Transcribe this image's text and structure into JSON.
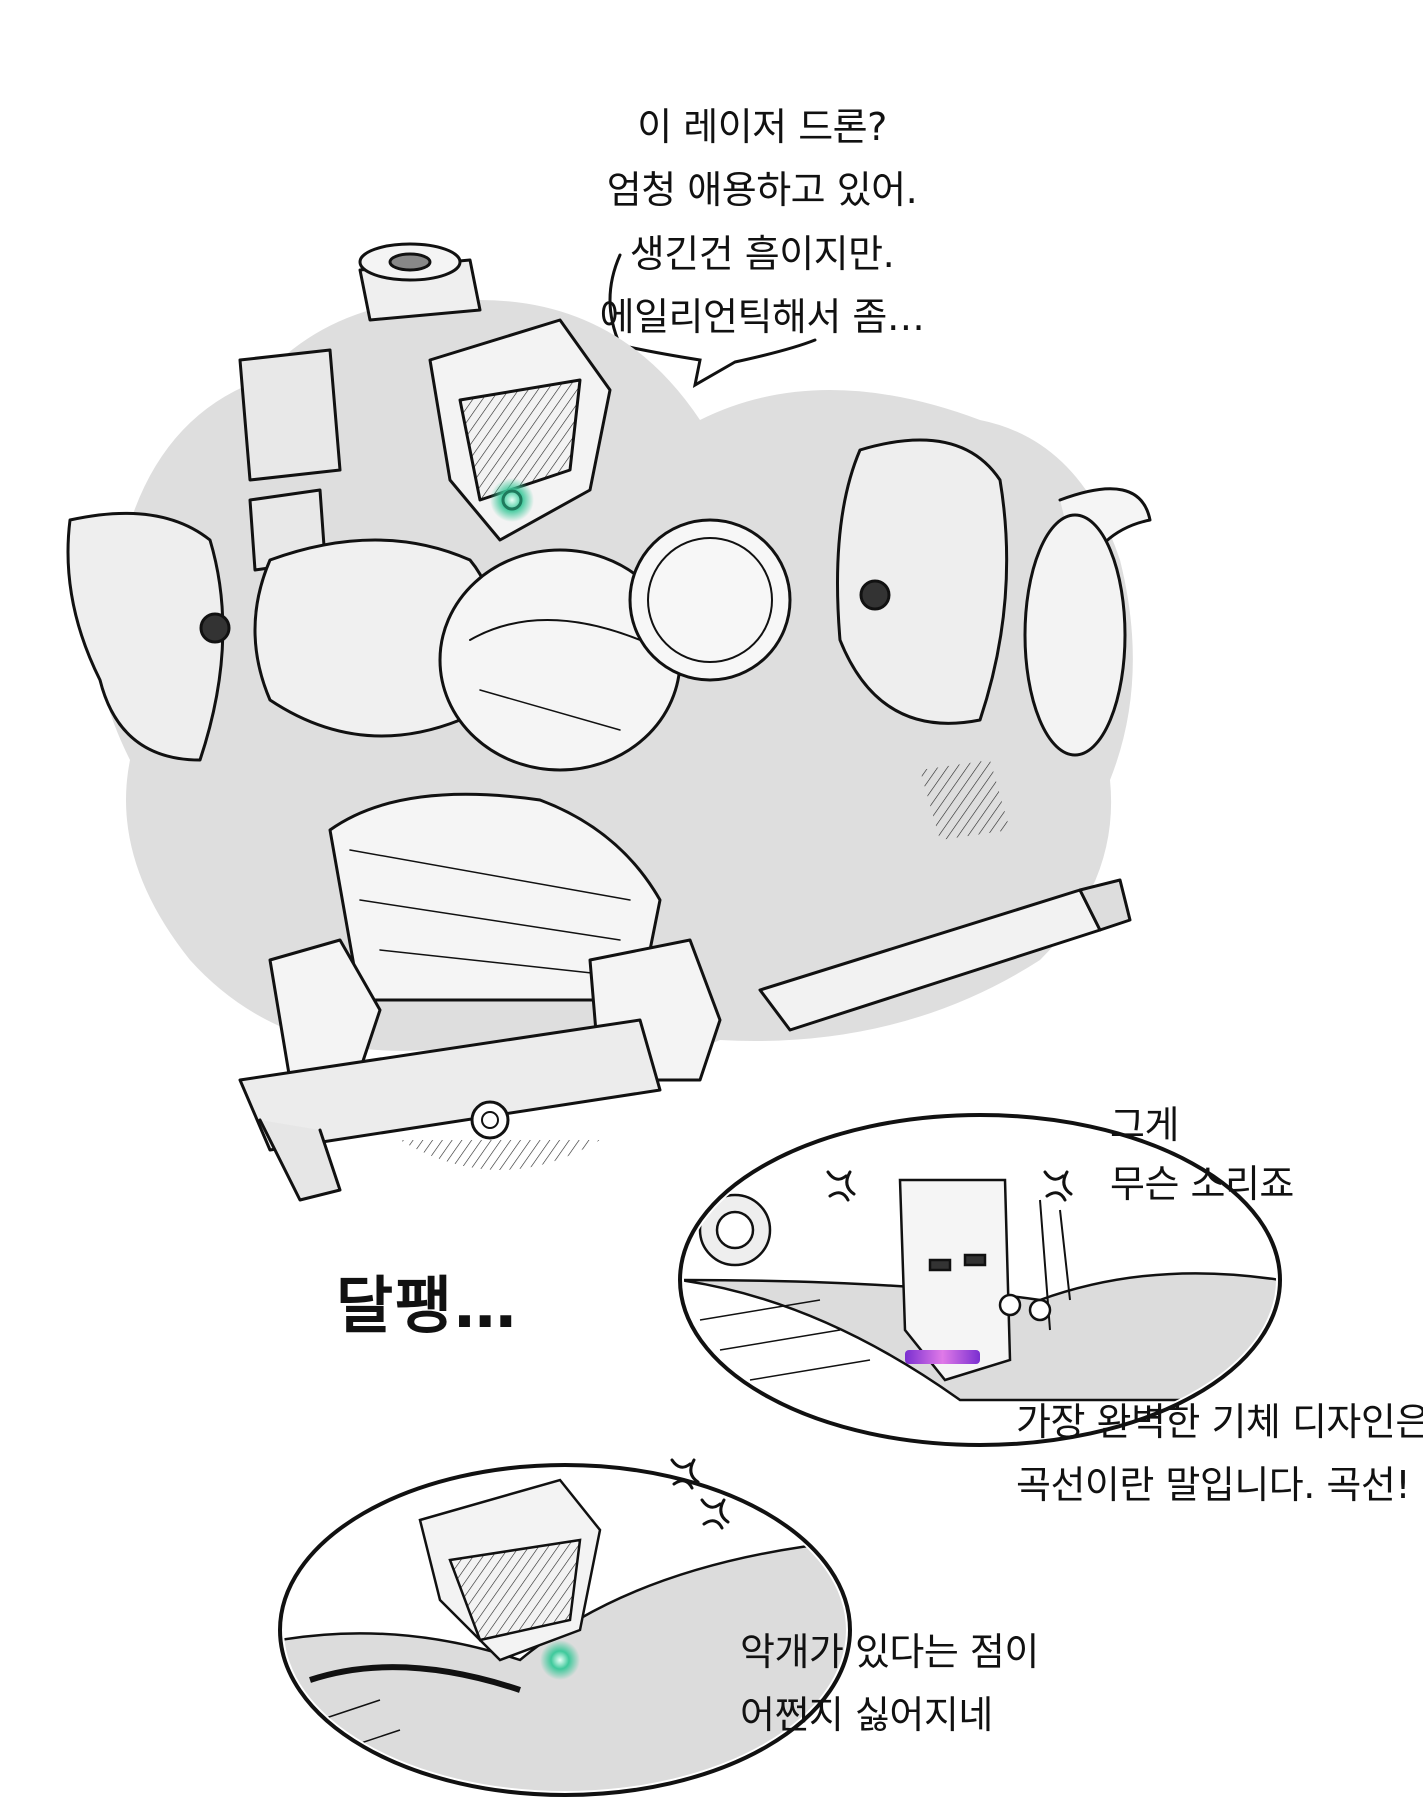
{
  "panel_main": {
    "speech_lines": [
      "이 레이저 드론?",
      "엄청 애용하고 있어.",
      "생긴건 흠이지만.",
      "에일리언틱해서 좀…"
    ],
    "sfx": "달팽…"
  },
  "panel_right": {
    "reply_lines": [
      "그게",
      "무슨 소리죠"
    ],
    "caption_lines": [
      "가장 완벽한 기체 디자인은",
      "곡선이란 말입니다. 곡선!"
    ],
    "light_color": "#b04adf"
  },
  "panel_bottom": {
    "caption_lines": [
      "악개가 있다는 점이",
      "어쩐지 싫어지네"
    ],
    "light_color": "#3ec99b"
  },
  "colors": {
    "ink": "#111111",
    "tone": "#d9d9d9",
    "eye_glow": "#3ec99b",
    "visor_glow": "#b04adf"
  }
}
